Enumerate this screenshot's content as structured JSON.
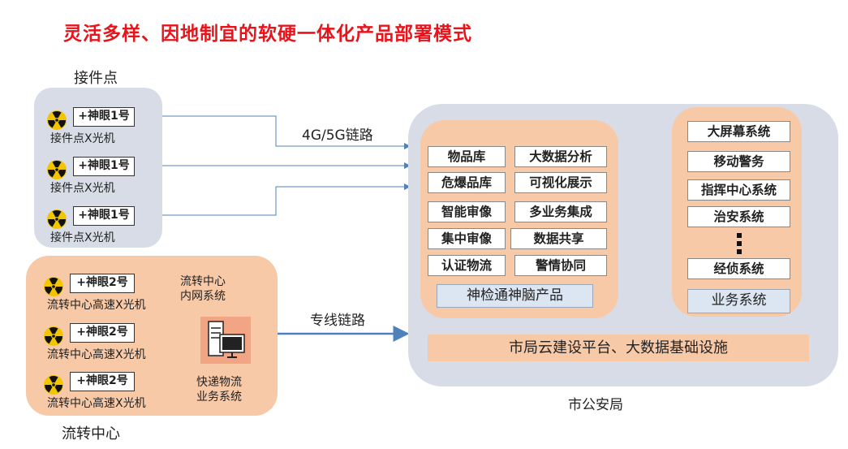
{
  "title": "灵活多样、因地制宜的软硬一体化产品部署模式",
  "pickup": {
    "label": "接件点",
    "devices": [
      {
        "tag": "+神眼1号",
        "name": "接件点X光机"
      },
      {
        "tag": "+神眼1号",
        "name": "接件点X光机"
      },
      {
        "tag": "+神眼1号",
        "name": "接件点X光机"
      }
    ]
  },
  "transfer": {
    "label": "流转中心",
    "devices": [
      {
        "tag": "+神眼2号",
        "name": "流转中心高速X光机"
      },
      {
        "tag": "+神眼2号",
        "name": "流转中心高速X光机"
      },
      {
        "tag": "+神眼2号",
        "name": "流转中心高速X光机"
      }
    ],
    "intranet_label": "流转中心\n内网系统",
    "courier_label": "快递物流\n业务系统"
  },
  "links": {
    "wireless": "4G/5G链路",
    "dedicated": "专线链路"
  },
  "city_bureau": {
    "label": "市公安局",
    "products": [
      [
        "物品库",
        "大数据分析"
      ],
      [
        "危爆品库",
        "可视化展示"
      ],
      [
        "智能审像",
        "多业务集成"
      ],
      [
        "集中审像",
        "数据共享"
      ],
      [
        "认证物流",
        "警情协同"
      ]
    ],
    "products_footer": "神检通神脑产品",
    "business_systems": [
      "大屏幕系统",
      "移动警务",
      "指挥中心系统",
      "治安系统",
      "经侦系统"
    ],
    "business_footer": "业务系统",
    "platform": "市局云建设平台、大数据基础设施"
  },
  "colors": {
    "title": "#e8141b",
    "panel_blue": "#d7dce6",
    "panel_orange": "#f8c9a7",
    "line": "#4f81bd"
  }
}
